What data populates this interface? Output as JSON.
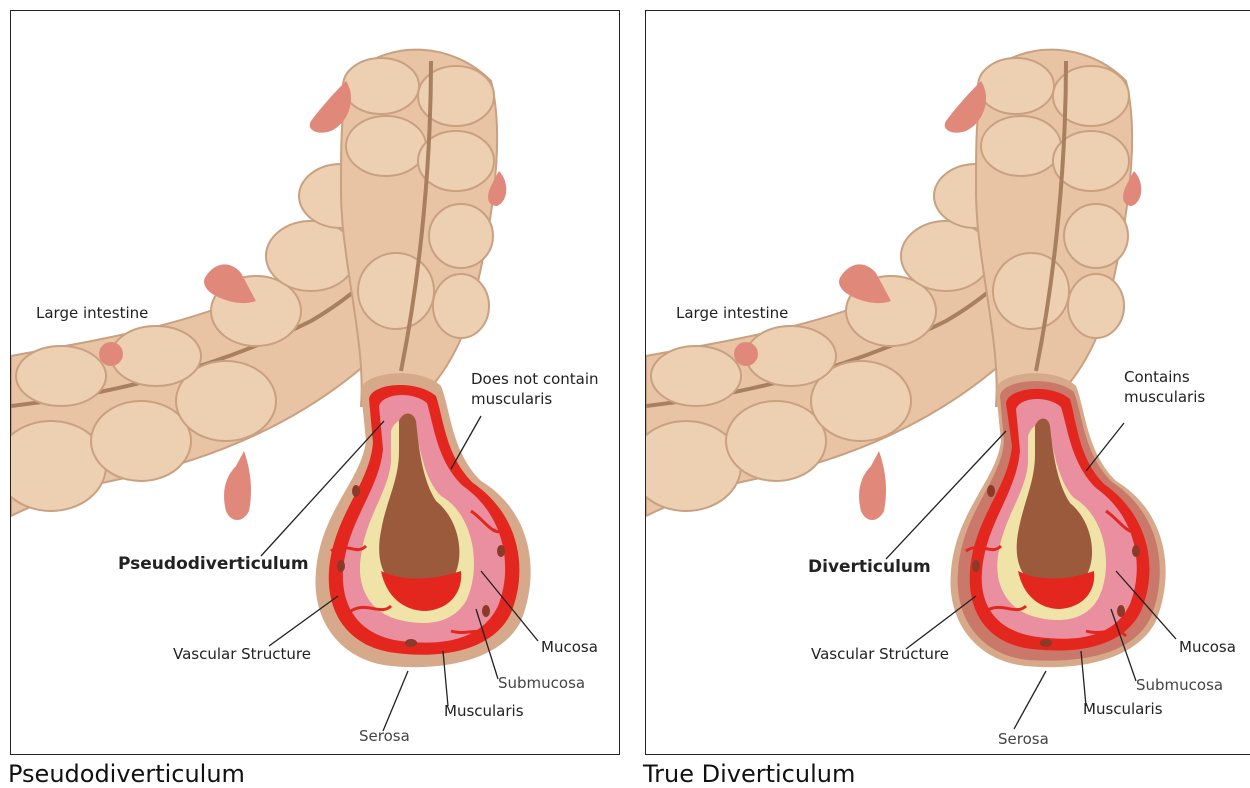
{
  "panels": [
    {
      "caption": "Pseudodiverticulum",
      "labels": {
        "large_intestine": "Large intestine",
        "muscularis_note": "Does not contain\nmuscularis",
        "type": "Pseudodiverticulum",
        "vascular": "Vascular Structure",
        "mucosa": "Mucosa",
        "submucosa": "Submucosa",
        "muscularis": "Muscularis",
        "serosa": "Serosa"
      }
    },
    {
      "caption": "True Diverticulum",
      "labels": {
        "large_intestine": "Large intestine",
        "muscularis_note": "Contains\nmuscularis",
        "type": "Diverticulum",
        "vascular": "Vascular Structure",
        "mucosa": "Mucosa",
        "submucosa": "Submucosa",
        "muscularis": "Muscularis",
        "serosa": "Serosa"
      }
    }
  ],
  "colors": {
    "intestine": "#e8c4a4",
    "intestine_dark": "#c9a080",
    "polyp": "#e0897a",
    "wall_outer": "#d63a32",
    "wall_mid": "#e98f9f",
    "submucosa": "#f0e3a8",
    "lumen": "#9b5a3c",
    "blood": "#e3261e"
  }
}
